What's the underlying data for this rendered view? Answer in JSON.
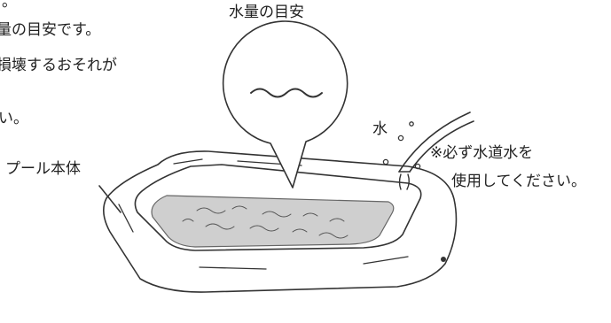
{
  "left_text": {
    "line1_fragment": "。",
    "line2_fragment": "量の目安です。",
    "line3_fragment": "損壊するおそれが",
    "line4_fragment": "い。"
  },
  "callout_title": "水量の目安",
  "labels": {
    "pool_body": "プール本体",
    "water": "水",
    "note_line1": "※必ず水道水を",
    "note_line2": "使用してください。"
  },
  "colors": {
    "line": "#333333",
    "water_fill": "#cfcfcf",
    "background": "#ffffff"
  }
}
